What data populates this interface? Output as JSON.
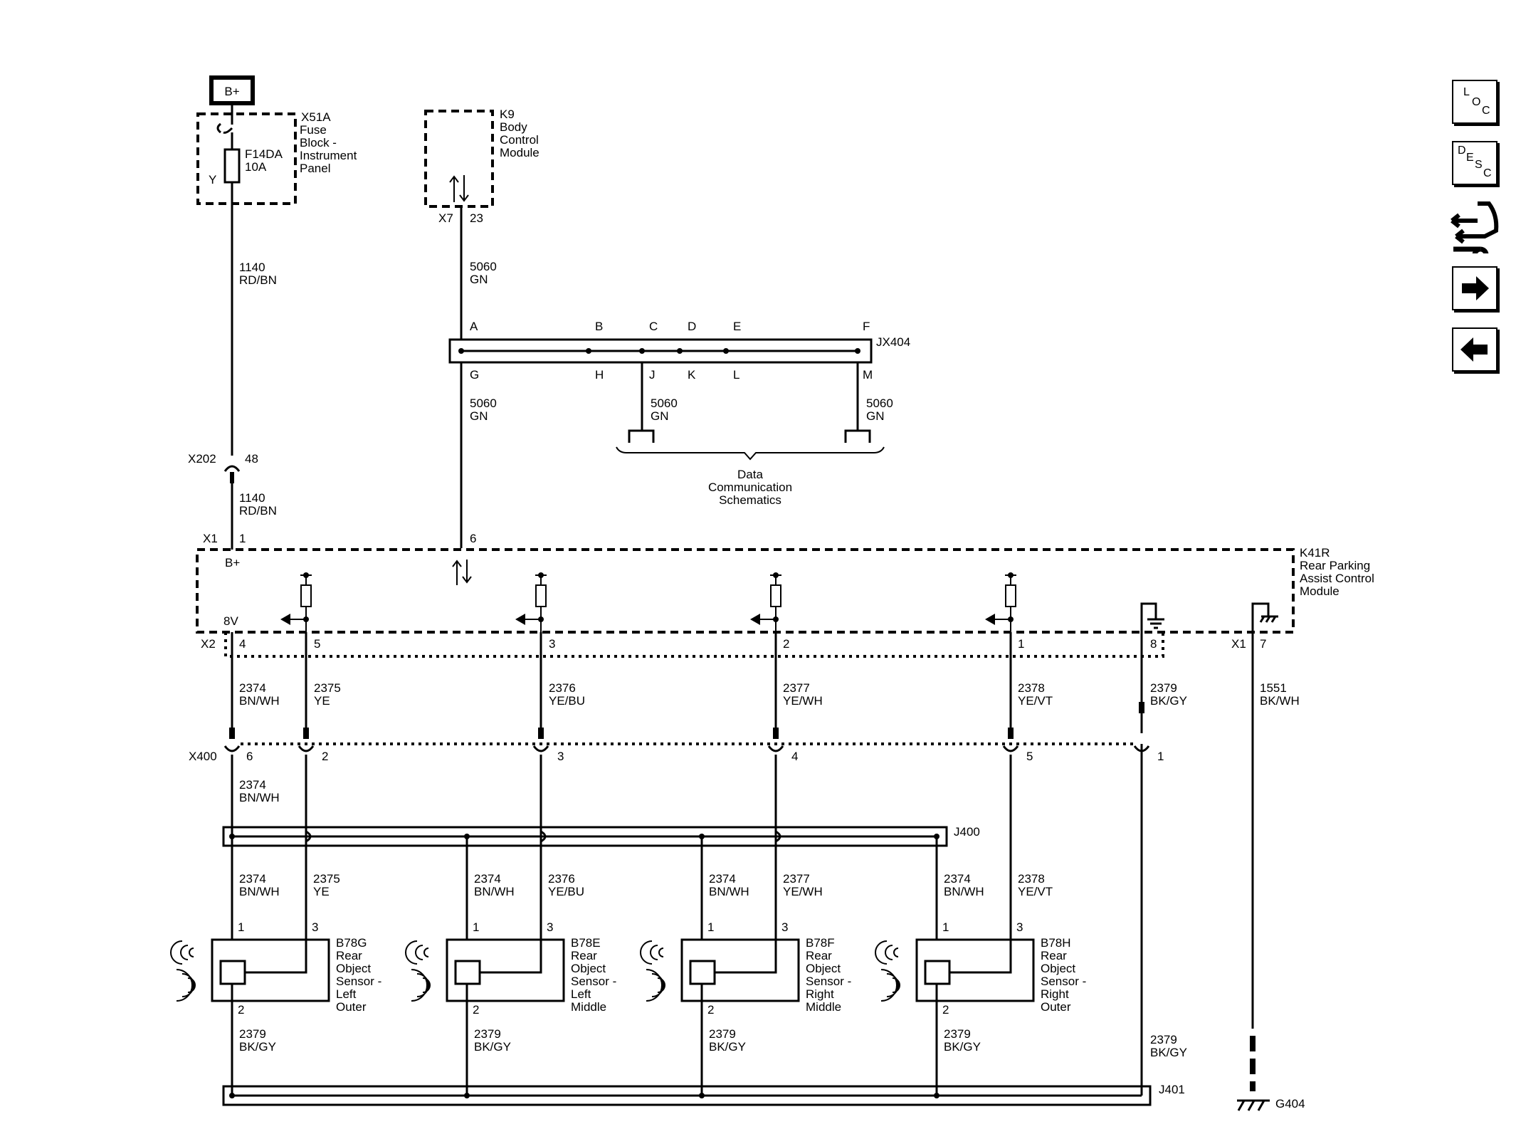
{
  "supply": {
    "label": "B+"
  },
  "fuse_block": {
    "id": "X51A",
    "lines": [
      "Fuse",
      "Block -",
      "Instrument",
      "Panel"
    ],
    "fuse_id": "F14DA",
    "fuse_rating": "10A",
    "pin": "Y"
  },
  "bcm": {
    "id": "K9",
    "lines": [
      "Body",
      "Control",
      "Module"
    ],
    "connector": "X7",
    "pin": "23"
  },
  "wires": {
    "w1140_top": {
      "circuit": "1140",
      "color": "RD/BN"
    },
    "w1140_bot": {
      "circuit": "1140",
      "color": "RD/BN"
    },
    "w5060_top": {
      "circuit": "5060",
      "color": "GN"
    },
    "w5060_mid": {
      "circuit": "5060",
      "color": "GN"
    },
    "w5060_j": {
      "circuit": "5060",
      "color": "GN"
    },
    "w5060_m": {
      "circuit": "5060",
      "color": "GN"
    },
    "w2374_a": {
      "circuit": "2374",
      "color": "BN/WH"
    },
    "w2375_a": {
      "circuit": "2375",
      "color": "YE"
    },
    "w2376_a": {
      "circuit": "2376",
      "color": "YE/BU"
    },
    "w2377_a": {
      "circuit": "2377",
      "color": "YE/WH"
    },
    "w2378_a": {
      "circuit": "2378",
      "color": "YE/VT"
    },
    "w2379_a": {
      "circuit": "2379",
      "color": "BK/GY"
    },
    "w1551": {
      "circuit": "1551",
      "color": "BK/WH"
    },
    "w2374_b": {
      "circuit": "2374",
      "color": "BN/WH"
    },
    "w2379_right": {
      "circuit": "2379",
      "color": "BK/GY"
    }
  },
  "splice_jx404": {
    "id": "JX404",
    "top_pins": [
      "A",
      "B",
      "C",
      "D",
      "E",
      "F"
    ],
    "bottom_pins": [
      "G",
      "H",
      "J",
      "K",
      "L",
      "M"
    ]
  },
  "data_comm": {
    "lines": [
      "Data",
      "Communication",
      "Schematics"
    ]
  },
  "inline_x202": {
    "id": "X202",
    "pin": "48"
  },
  "k41r": {
    "id": "K41R",
    "lines": [
      "Rear Parking",
      "Assist Control",
      "Module"
    ],
    "x1": "X1",
    "x1_pin_supply": "1",
    "x1_pin_data": "6",
    "supply_label": "B+",
    "x2": "X2",
    "volt_label": "8V",
    "x2_pins": [
      "4",
      "5",
      "3",
      "2",
      "1",
      "8"
    ],
    "x1_ground_conn": "X1",
    "x1_ground_pin": "7"
  },
  "inline_x400": {
    "id": "X400",
    "pins": [
      "6",
      "2",
      "3",
      "4",
      "5",
      "1"
    ]
  },
  "splice_j400": {
    "id": "J400"
  },
  "splice_j401": {
    "id": "J401"
  },
  "ground": {
    "id": "G404"
  },
  "sensors": [
    {
      "id": "B78G",
      "lines": [
        "Rear",
        "Object",
        "Sensor -",
        "Left",
        "Outer"
      ],
      "pin1": "1",
      "pin3": "3",
      "pin2": "2",
      "w_pin1": {
        "circuit": "2374",
        "color": "BN/WH"
      },
      "w_pin3": {
        "circuit": "2375",
        "color": "YE"
      },
      "w_pin2": {
        "circuit": "2379",
        "color": "BK/GY"
      }
    },
    {
      "id": "B78E",
      "lines": [
        "Rear",
        "Object",
        "Sensor -",
        "Left",
        "Middle"
      ],
      "pin1": "1",
      "pin3": "3",
      "pin2": "2",
      "w_pin1": {
        "circuit": "2374",
        "color": "BN/WH"
      },
      "w_pin3": {
        "circuit": "2376",
        "color": "YE/BU"
      },
      "w_pin2": {
        "circuit": "2379",
        "color": "BK/GY"
      }
    },
    {
      "id": "B78F",
      "lines": [
        "Rear",
        "Object",
        "Sensor -",
        "Right",
        "Middle"
      ],
      "pin1": "1",
      "pin3": "3",
      "pin2": "2",
      "w_pin1": {
        "circuit": "2374",
        "color": "BN/WH"
      },
      "w_pin3": {
        "circuit": "2377",
        "color": "YE/WH"
      },
      "w_pin2": {
        "circuit": "2379",
        "color": "BK/GY"
      }
    },
    {
      "id": "B78H",
      "lines": [
        "Rear",
        "Object",
        "Sensor -",
        "Right",
        "Outer"
      ],
      "pin1": "1",
      "pin3": "3",
      "pin2": "2",
      "w_pin1": {
        "circuit": "2374",
        "color": "BN/WH"
      },
      "w_pin3": {
        "circuit": "2378",
        "color": "YE/VT"
      },
      "w_pin2": {
        "circuit": "2379",
        "color": "BK/GY"
      }
    }
  ],
  "nav": {
    "loc": [
      "L",
      "O",
      "C"
    ],
    "desc": [
      "D",
      "E",
      "S",
      "C"
    ],
    "icons": [
      "connector-wrench-icon",
      "arrow-right-icon",
      "arrow-left-icon"
    ]
  }
}
